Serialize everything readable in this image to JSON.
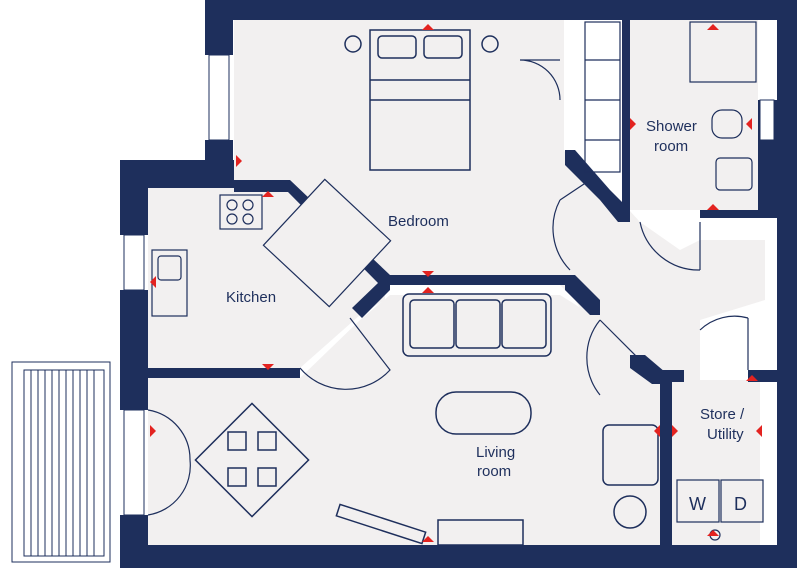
{
  "rooms": {
    "bedroom": "Bedroom",
    "kitchen": "Kitchen",
    "shower_line1": "Shower",
    "shower_line2": "room",
    "living_line1": "Living",
    "living_line2": "room",
    "store_line1": "Store /",
    "store_line2": "Utility"
  },
  "appliances": {
    "washer_glyph": "W",
    "dryer_glyph": "D"
  },
  "colors": {
    "wall": "#1e2f5c",
    "floor": "#f2f0f0",
    "marker": "#e32320",
    "outline": "#1e2f5c"
  }
}
